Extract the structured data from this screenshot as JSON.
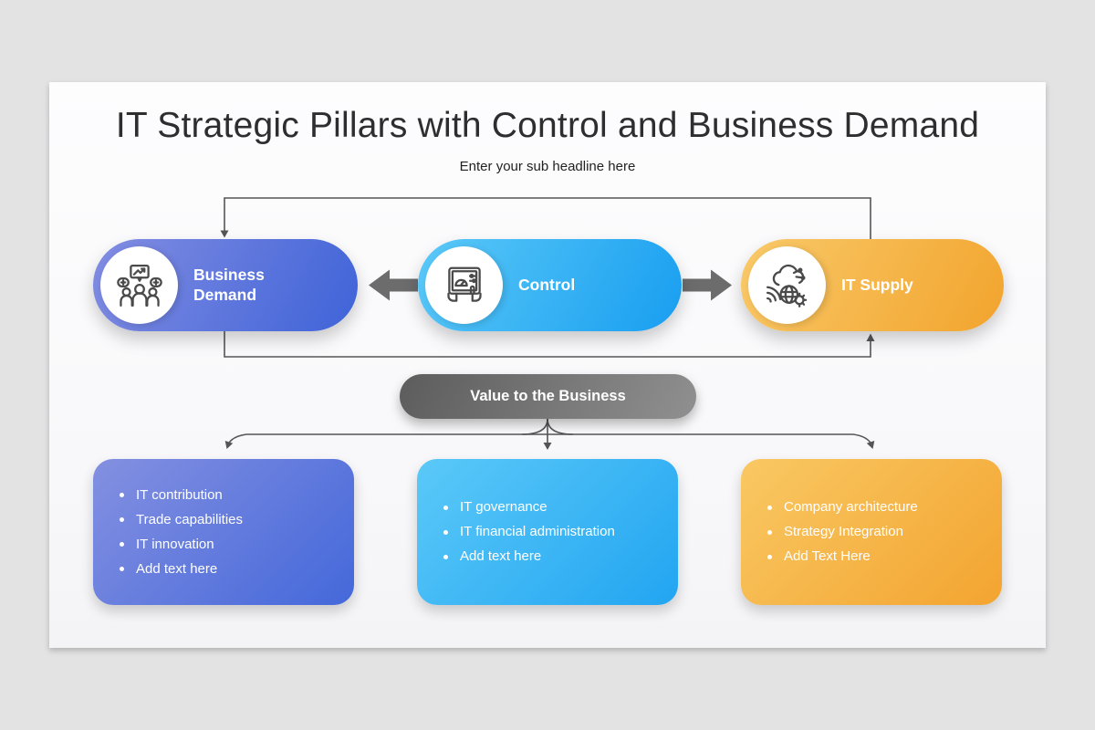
{
  "slide": {
    "title": "IT Strategic Pillars with Control and Business Demand",
    "subtitle": "Enter your sub headline here"
  },
  "pillars": [
    {
      "label": "Business Demand",
      "icon": "team-growth-icon",
      "color_start": "#838DE2",
      "color_end": "#3E63D8"
    },
    {
      "label": "Control",
      "icon": "tablet-control-icon",
      "color_start": "#5BC9F8",
      "color_end": "#189EF0"
    },
    {
      "label": "IT Supply",
      "icon": "cloud-network-icon",
      "color_start": "#F9C969",
      "color_end": "#F2A42D"
    }
  ],
  "value_banner": {
    "label": "Value to the Business",
    "color_start": "#5C5C5C",
    "color_end": "#909090"
  },
  "detail_boxes": [
    {
      "pillar": "Business Demand",
      "items": [
        "IT contribution",
        "Trade capabilities",
        "IT innovation",
        "Add text here"
      ]
    },
    {
      "pillar": "Control",
      "items": [
        "IT governance",
        "IT financial administration",
        "Add text here"
      ]
    },
    {
      "pillar": "IT Supply",
      "items": [
        "Company architecture",
        "Strategy Integration",
        "Add Text Here"
      ]
    }
  ],
  "connectors": {
    "line_color": "#555555",
    "thick_arrow_color": "#6C6C6C"
  }
}
